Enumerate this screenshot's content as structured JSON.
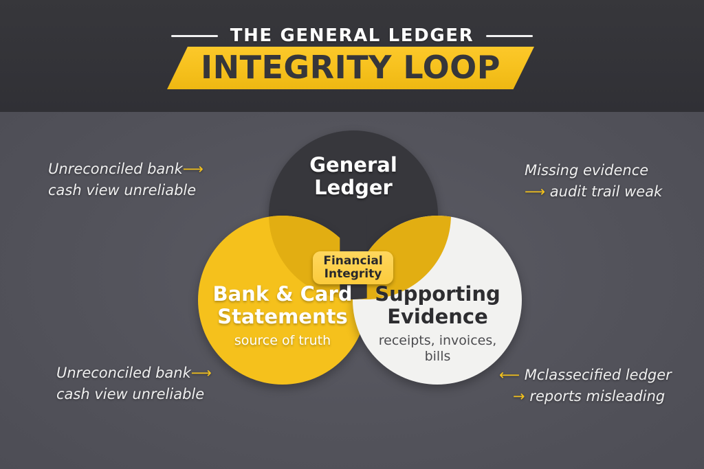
{
  "header": {
    "kicker": "THE GENERAL LEDGER",
    "banner_title": "INTEGRITY LOOP"
  },
  "colors": {
    "accent_yellow": "#f5c11c",
    "banner_yellow": "#f7c21f",
    "badge_yellow": "#fbcb3c",
    "dark": "#37373c",
    "header_bg": "#333338",
    "body_bg": "#55555e",
    "white_circle": "#f2f2f0",
    "overlap_gold": "#e2ae12",
    "arrow": "#f3c21e",
    "text_light": "#f0f0f0"
  },
  "venn": {
    "circles": [
      {
        "id": "general-ledger",
        "title_line1": "General",
        "title_line2": "Ledger",
        "subtitle": ""
      },
      {
        "id": "bank-card-statements",
        "title_line1": "Bank & Card",
        "title_line2": "Statements",
        "subtitle": "source of truth"
      },
      {
        "id": "supporting-evidence",
        "title_line1": "Supporting",
        "title_line2": "Evidence",
        "subtitle_line1": "receipts, invoices,",
        "subtitle_line2": "bills"
      }
    ],
    "center_badge": {
      "line1": "Financial",
      "line2": "Integrity"
    }
  },
  "annotations": {
    "top_left": {
      "line1_text": "Unreconciled bank",
      "line1_arrow": "⟶",
      "line2_text": "cash view unreliable"
    },
    "top_right": {
      "line1_text": "Missing evidence",
      "line2_arrow": "⟶",
      "line2_text": "audit trail weak"
    },
    "bottom_left": {
      "line1_text": "Unreconciled bank",
      "line1_arrow": "⟶",
      "line2_text": "cash view unreliable"
    },
    "bottom_right": {
      "line1_arrow": "⟵",
      "line1_text": "Mclassecified ledger",
      "line2_arrow": "→",
      "line2_text": "reports misleading"
    }
  }
}
